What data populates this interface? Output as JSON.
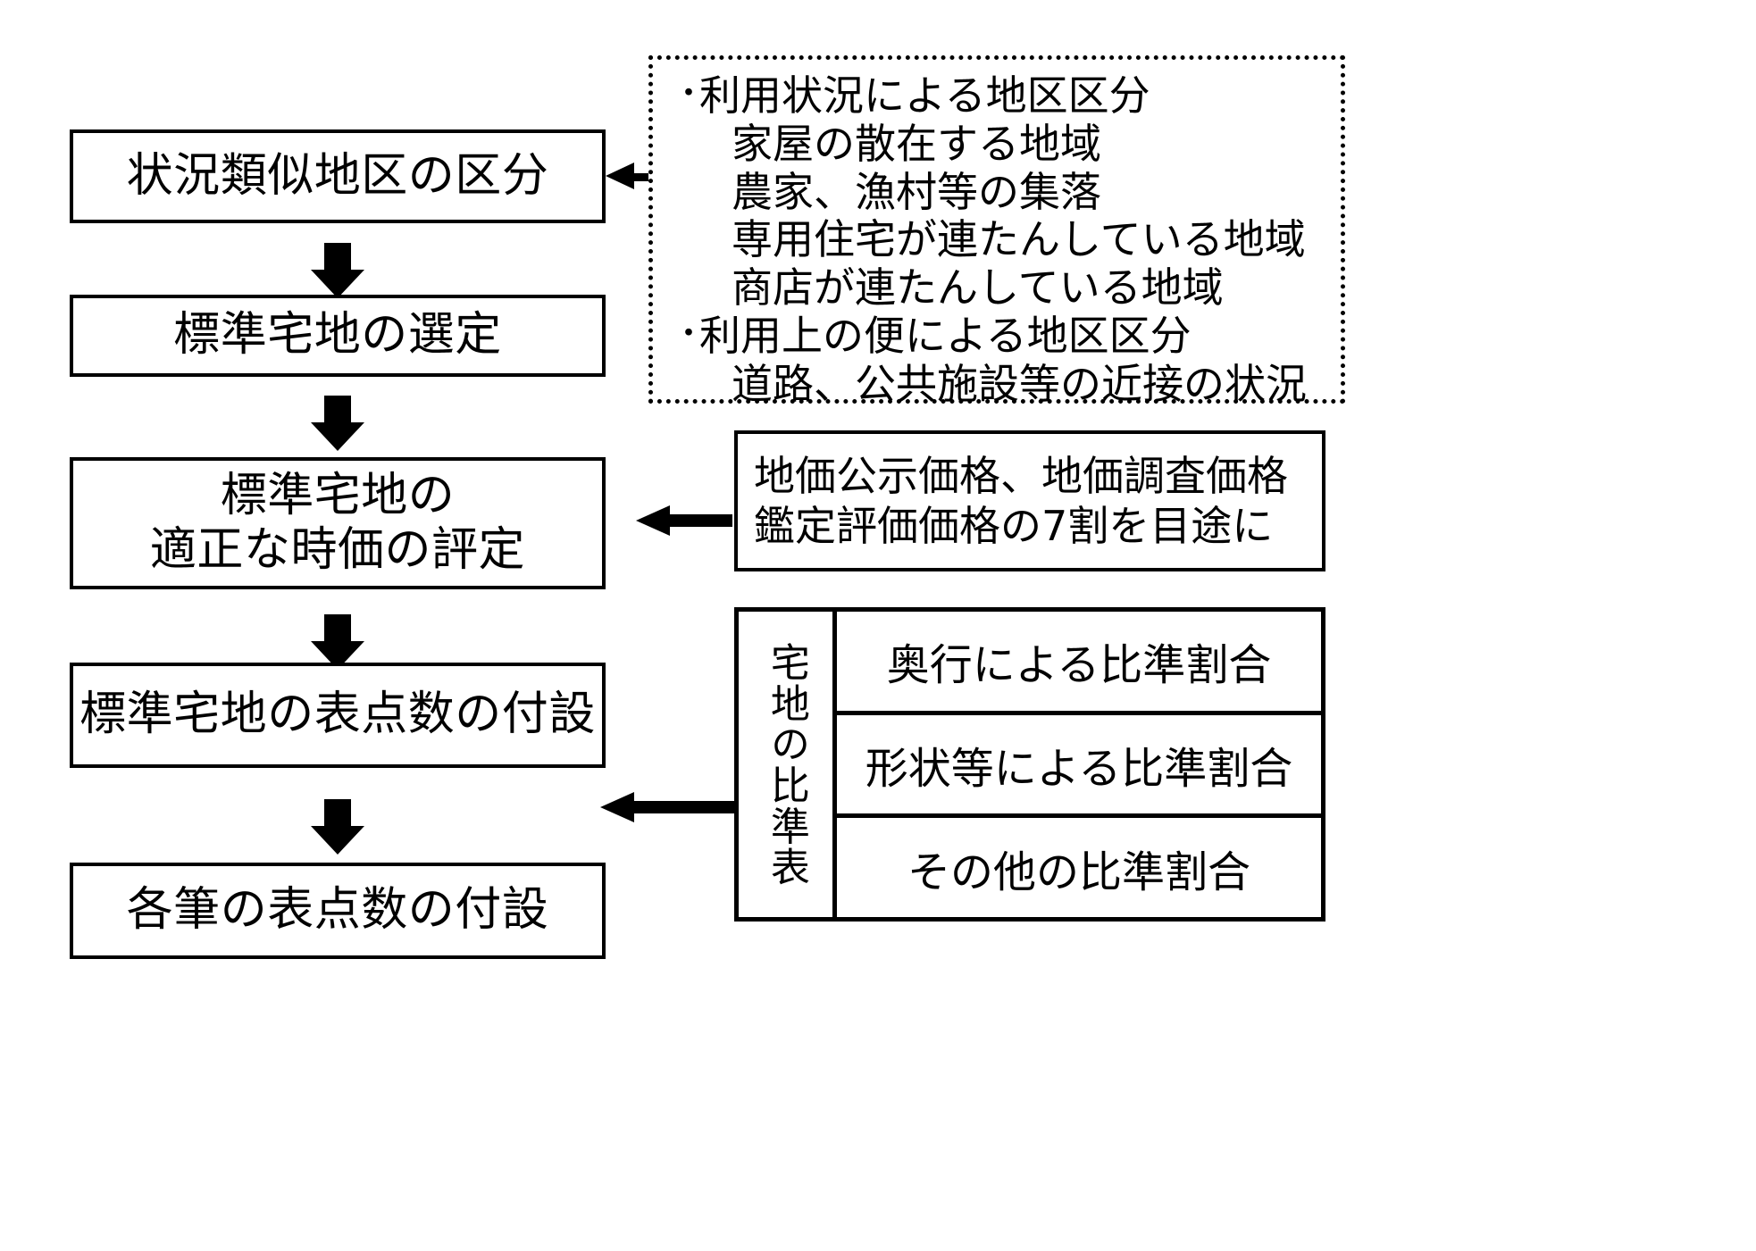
{
  "flow": {
    "steps": [
      {
        "label": "状況類似地区の区分"
      },
      {
        "label": "標準宅地の選定"
      },
      {
        "label": "標準宅地の\n適正な時価の評定"
      },
      {
        "label": "標準宅地の表点数の付設"
      },
      {
        "label": "各筆の表点数の付設"
      }
    ]
  },
  "district_note": {
    "bullets": [
      {
        "marker": "・",
        "text": "利用状況による地区区分",
        "sub": [
          "家屋の散在する地域",
          "農家、漁村等の集落",
          "専用住宅が連たんしている地域",
          "商店が連たんしている地域"
        ]
      },
      {
        "marker": "・",
        "text": "利用上の便による地区区分",
        "sub": [
          "道路、公共施設等の近接の状況"
        ]
      }
    ]
  },
  "price_note": {
    "lines": [
      "地価公示価格、地価調査価格",
      "鑑定評価価格の7割を目途に"
    ]
  },
  "compare_table": {
    "side_label": "宅地の比準表",
    "rows": [
      "奥行による比準割合",
      "形状等による比準割合",
      "その他の比準割合"
    ]
  },
  "colors": {
    "line": "#000000",
    "background": "#ffffff"
  }
}
